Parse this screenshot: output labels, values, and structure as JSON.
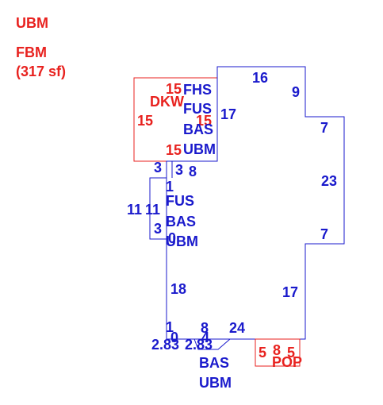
{
  "legend": {
    "ubm": "UBM",
    "fbm": "FBM",
    "fbm_area": "(317 sf)"
  },
  "colors": {
    "red": "#e8221f",
    "blue": "#1a1acc"
  },
  "areas": {
    "dkw": {
      "name": "DKW",
      "dims": {
        "top": "15",
        "left": "15",
        "right": "15",
        "bottom": "15"
      }
    },
    "main": {
      "labels": [
        "FHS",
        "FUS",
        "BAS",
        "UBM"
      ],
      "dims": {
        "top": "16",
        "d9": "9",
        "d17_top": "17",
        "d7_a": "7",
        "d23": "23",
        "d7_b": "7",
        "d17_right": "17",
        "d24": "24",
        "d8_bottom": "8",
        "d18": "18",
        "d1_bottom": "1",
        "d0_bottom": "0",
        "d4": "4",
        "d2_83_a": "2.83",
        "d2_83_b": "2.83",
        "d3_a": "3",
        "d3_b": "3",
        "d8_top": "8"
      }
    },
    "bay": {
      "labels": [
        "FUS",
        "BAS",
        "UBM"
      ],
      "dims": {
        "d1": "1",
        "d11_left": "11",
        "d11_inner": "11",
        "d3": "3",
        "d0": "0"
      }
    },
    "bottom_bay": {
      "labels": [
        "BAS",
        "UBM"
      ]
    },
    "porch": {
      "name": "POP",
      "dims": {
        "d5_left": "5",
        "d8": "8",
        "d5_right": "5"
      }
    }
  }
}
